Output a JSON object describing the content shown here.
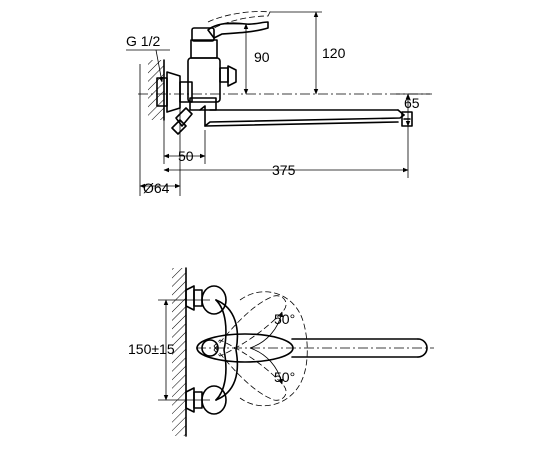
{
  "top_view": {
    "thread_label": "G 1/2",
    "dim_handle_height": "90",
    "dim_total_height": "120",
    "dim_spout_height": "65",
    "dim_offset": "50",
    "dim_spout_length": "375",
    "dim_diameter": "Ø64"
  },
  "front_view": {
    "dim_center_distance": "150±15",
    "angle_upper": "50°",
    "angle_lower": "50°"
  }
}
